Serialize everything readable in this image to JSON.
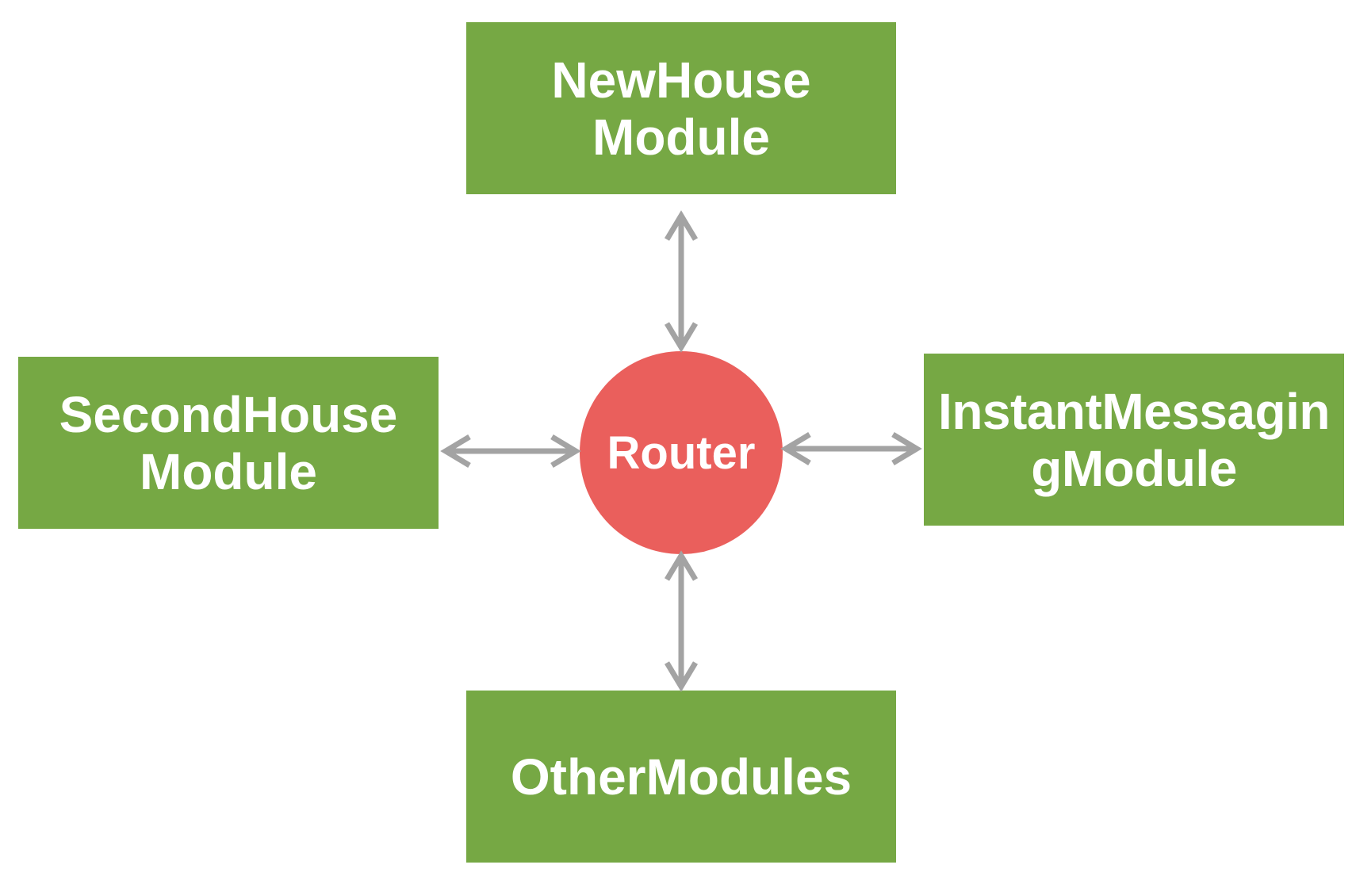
{
  "diagram": {
    "center": {
      "label": "Router",
      "color": "#ea5f5c"
    },
    "modules": {
      "top": {
        "lines": [
          "NewHouse",
          "Module"
        ]
      },
      "left": {
        "lines": [
          "SecondHouse",
          "Module"
        ]
      },
      "right": {
        "lines": [
          "InstantMessagin",
          "gModule"
        ]
      },
      "bottom": {
        "lines": [
          "OtherModules"
        ]
      }
    },
    "colors": {
      "module_fill": "#76a844",
      "module_text": "#ffffff",
      "connector": "#a3a3a3"
    },
    "connectors": [
      "bidirectional",
      "bidirectional",
      "bidirectional",
      "bidirectional"
    ]
  }
}
